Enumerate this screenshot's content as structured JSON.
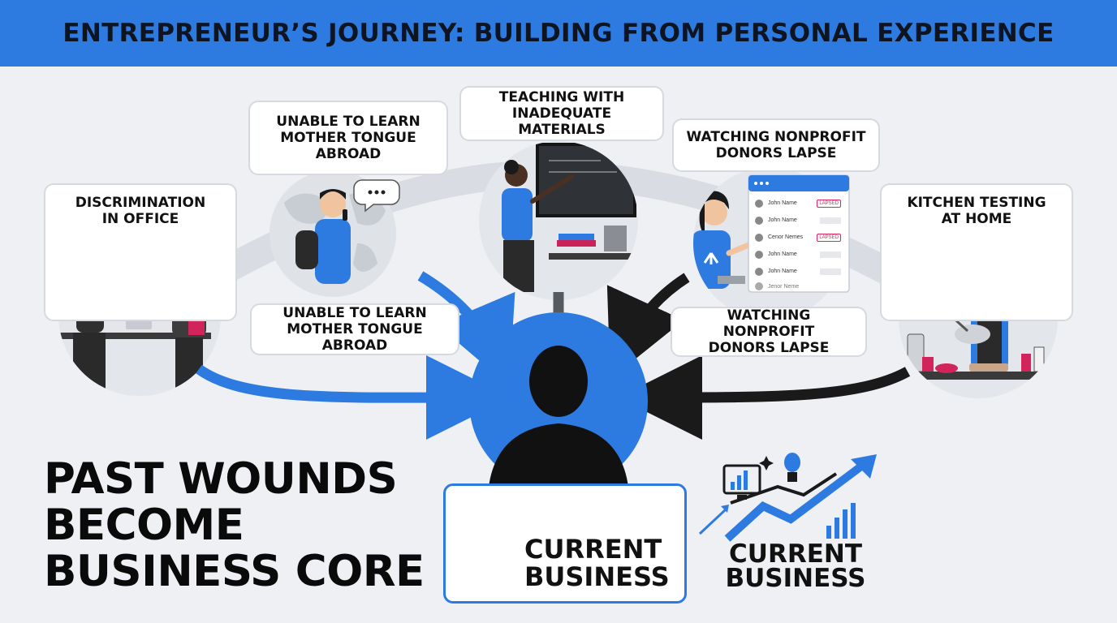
{
  "title": "ENTREPRENEUR’S JOURNEY: BUILDING FROM PERSONAL EXPERIENCE",
  "experiences": [
    {
      "id": "office",
      "label": "DISCRIMINATION\nIN OFFICE"
    },
    {
      "id": "language",
      "label": "UNABLE TO LEARN\nMOTHER TONGUE\nABROAD"
    },
    {
      "id": "language-repeat",
      "label": "UNABLE TO LEARN\nMOTHER TONGUE ABROAD"
    },
    {
      "id": "teaching",
      "label": "TEACHING WITH\nINADEQUATE MATERIALS"
    },
    {
      "id": "donors",
      "label": "WATCHING NONPROFIT\nDONORS LAPSE"
    },
    {
      "id": "donors-repeat",
      "label": "WATCHING NONPROFIT\nDONORS LAPSE"
    },
    {
      "id": "kitchen",
      "label": "KITCHEN TESTING\nAT HOME"
    }
  ],
  "donor_list": {
    "rows": [
      {
        "name": "John Name",
        "status": "LAPSED"
      },
      {
        "name": "John Name",
        "status": ""
      },
      {
        "name": "Cenor Nemes",
        "status": "LAPSED"
      },
      {
        "name": "John Name",
        "status": ""
      },
      {
        "name": "John Name",
        "status": ""
      },
      {
        "name": "Jenor Neme",
        "status": ""
      }
    ]
  },
  "tagline": "PAST WOUNDS\nBECOME\nBUSINESS CORE",
  "outcome": {
    "label": "CURRENT\nBUSINESS",
    "label_secondary": "CURRENT\nBUSINESS"
  },
  "colors": {
    "accent": "#2d7be0",
    "dark": "#1a1a1a",
    "arrow_pink": "#e0245e",
    "background": "#eef0f3"
  },
  "icons": [
    "chat-bubble-icon",
    "gear-icon",
    "trend-arrow-icon",
    "monitor-chart-icon",
    "lightbulb-icon",
    "sparkle-icon"
  ]
}
